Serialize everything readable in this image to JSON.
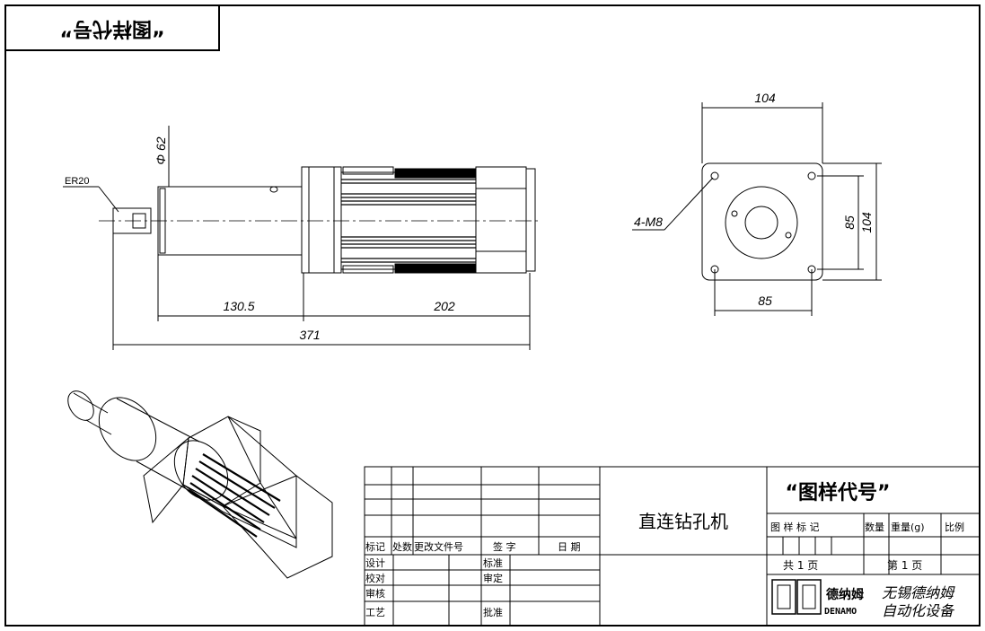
{
  "corner_tag": "“图样代号”",
  "front_view": {
    "callout_er": "ER20",
    "dia_label": "Φ 62",
    "dim_left": "130.5",
    "dim_mid": "202",
    "dim_total": "371"
  },
  "end_view": {
    "dim_top": "104",
    "dim_bottom": "85",
    "dim_right_inner": "85",
    "dim_right_outer": "104",
    "hole_callout": "4-M8"
  },
  "title_block": {
    "rev_headers": [
      "标记",
      "处数",
      "更改文件号",
      "签  字",
      "日 期"
    ],
    "rows": [
      {
        "left": "设计",
        "mid": "标准"
      },
      {
        "left": "校对",
        "mid": "审定"
      },
      {
        "left": "审核",
        "mid": ""
      },
      {
        "left": "工艺",
        "mid": "批准"
      }
    ],
    "part_name": "直连钻孔机",
    "drawing_no": "“图样代号”",
    "meta_headers": [
      "图 样 标 记",
      "数量",
      "重量(g)",
      "比例"
    ],
    "sheets_total": "共  1  页",
    "sheet_no": "第  1  页",
    "company_line1": "无锡德纳姆",
    "company_line2": "自动化设备",
    "logo_cn": "德纳姆",
    "logo_en": "DENAMO"
  }
}
